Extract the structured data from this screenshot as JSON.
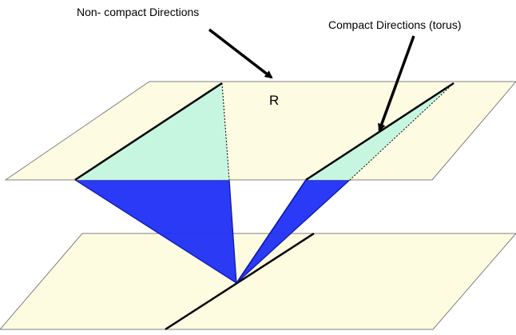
{
  "labels": {
    "non_compact": "Non- compact Directions",
    "compact": "Compact Directions (torus)",
    "r": "R"
  },
  "colors": {
    "plane_fill": "#fdfbe0",
    "plane_stroke": "#808080",
    "light_wedge": "#c6f6e0",
    "dark_wedge": "#1f2ff5",
    "dark_wedge_stroke": "#0b16a0",
    "line": "#000000"
  }
}
